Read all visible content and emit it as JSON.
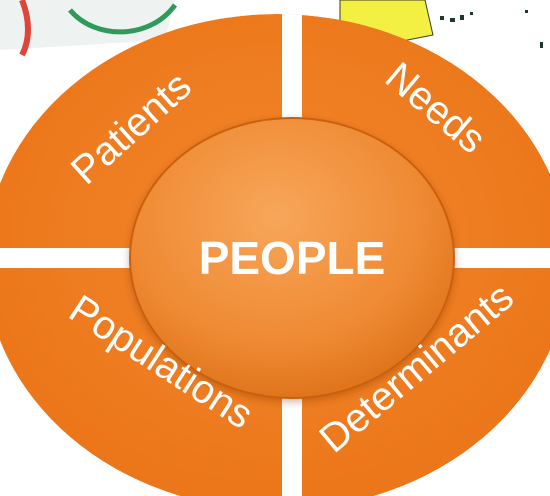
{
  "diagram": {
    "center": {
      "label": "PEOPLE"
    },
    "quadrants": [
      {
        "id": "top-left",
        "label": "Patients"
      },
      {
        "id": "top-right",
        "label": "Needs"
      },
      {
        "id": "bottom-left",
        "label": "Populations"
      },
      {
        "id": "bottom-right",
        "label": "Determinants"
      }
    ]
  },
  "colors": {
    "ring": "#F07A1D",
    "ring_edge": "#D9620F",
    "center_light": "#F5A050",
    "center_dark": "#E8761E",
    "divider": "#ffffff",
    "text": "#ffffff",
    "corner_yellow": "#F4F043",
    "corner_green": "#2F9A5A",
    "corner_red": "#E0453A"
  }
}
